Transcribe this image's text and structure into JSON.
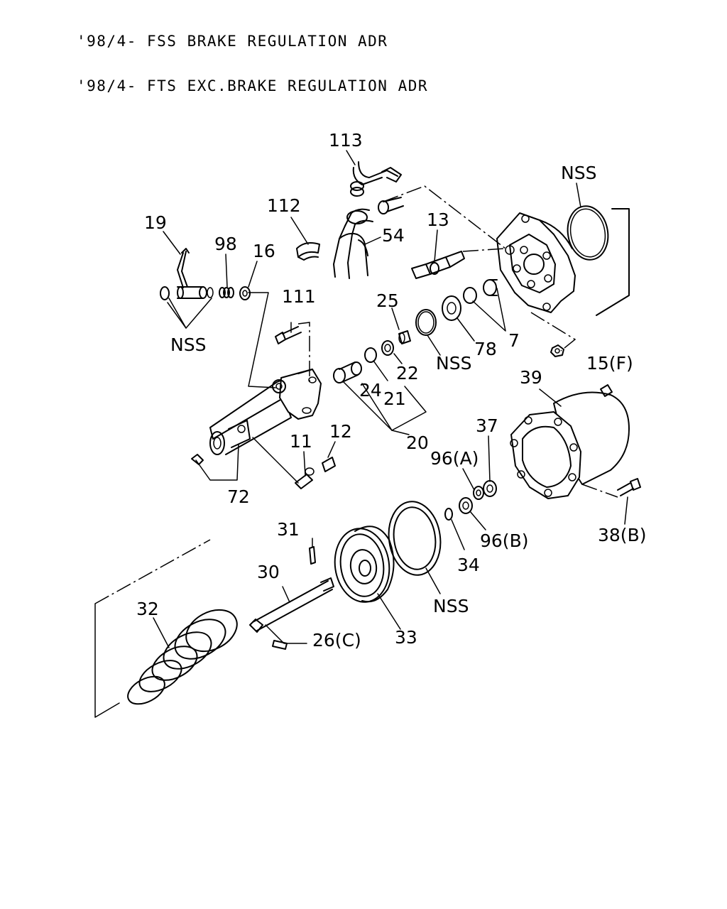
{
  "header": {
    "line1": "'98/4- FSS BRAKE REGULATION ADR",
    "line2": "'98/4- FTS EXC.BRAKE REGULATION ADR"
  },
  "callouts": {
    "c113": "113",
    "nss_top": "NSS",
    "c112": "112",
    "c54": "54",
    "c13": "13",
    "c19": "19",
    "c98": "98",
    "c16": "16",
    "c111": "111",
    "c25": "25",
    "nss_left": "NSS",
    "c78": "78",
    "c7": "7",
    "c15f": "15(F)",
    "c22": "22",
    "nss_mid": "NSS",
    "c24": "24",
    "c21": "21",
    "c39": "39",
    "c20": "20",
    "c37": "37",
    "c11": "11",
    "c12": "12",
    "c96a": "96(A)",
    "c72": "72",
    "c96b": "96(B)",
    "c38b": "38(B)",
    "c31": "31",
    "c34": "34",
    "c30": "30",
    "c32": "32",
    "nss_low": "NSS",
    "c26c": "26(C)",
    "c33": "33"
  }
}
